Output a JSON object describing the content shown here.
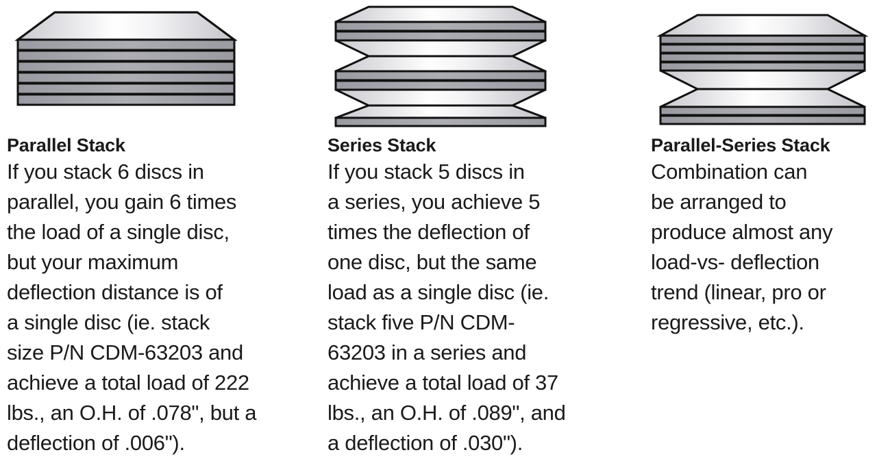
{
  "page": {
    "background_color": "#ffffff",
    "text_color": "#1a1a1a"
  },
  "diagram_colors": {
    "outline": "#111111",
    "disc_face_light": "#ffffff",
    "disc_face_mid": "#d8d8dc",
    "disc_edge_gray": "#a3a3ab",
    "disc_edge_dark": "#8f8f97"
  },
  "columns": [
    {
      "id": "parallel",
      "figure": {
        "name": "parallel-stack-diagram",
        "disc_count": 6,
        "arrangement": "all discs nested in same direction (parallel)"
      },
      "title": "Parallel Stack",
      "body_lines": [
        "If you stack 6 discs in",
        "parallel, you gain 6 times",
        "the load of a single disc,",
        "but your maximum",
        "deflection distance is of",
        "a single disc (ie. stack",
        "size P/N CDM-63203 and",
        "achieve a total load of 222",
        "lbs., an O.H. of .078\", but a",
        "deflection of .006\")."
      ]
    },
    {
      "id": "series",
      "figure": {
        "name": "series-stack-diagram",
        "disc_count": 5,
        "arrangement": "discs alternating direction (series)"
      },
      "title": "Series Stack",
      "body_lines": [
        "If you stack 5 discs in",
        "a series, you achieve 5",
        "times the deflection of",
        "one disc, but the same",
        "load as a single disc (ie.",
        "stack five P/N CDM-",
        "63203 in a series and",
        "achieve a total load of 37",
        "lbs., an O.H. of .089\", and",
        "a deflection of .030\")."
      ]
    },
    {
      "id": "parallel-series",
      "figure": {
        "name": "parallel-series-stack-diagram",
        "disc_count": 6,
        "arrangement": "group of 4 parallel discs over group of 2 reversed parallel discs"
      },
      "title": "Parallel-Series Stack",
      "body_lines": [
        "Combination can",
        "be arranged to",
        "produce almost any",
        "load-vs- deflection",
        "trend (linear, pro or",
        "regressive, etc.)."
      ]
    }
  ]
}
